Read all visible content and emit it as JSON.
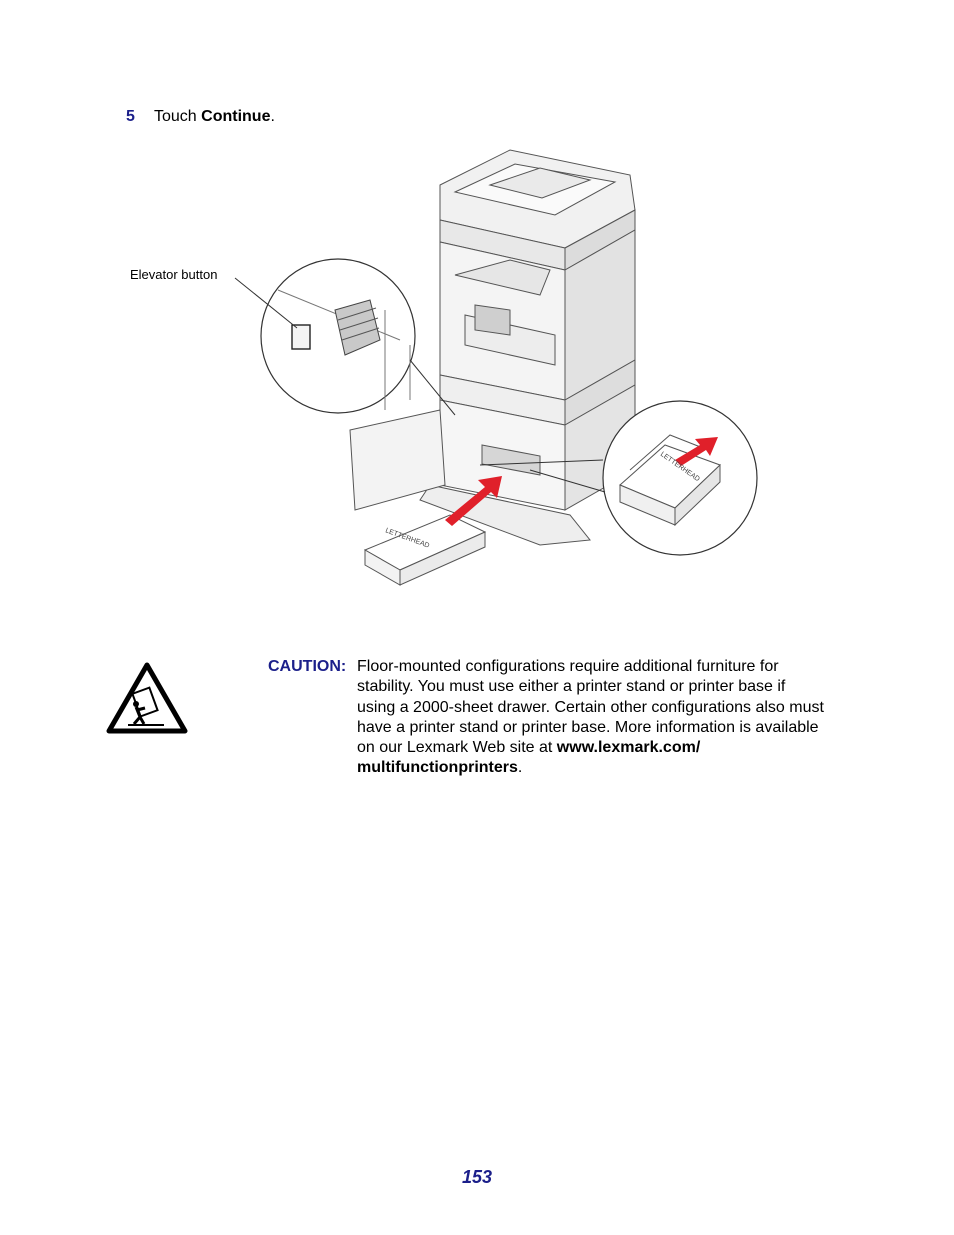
{
  "step": {
    "number": "5",
    "prefix": "Touch ",
    "action": "Continue",
    "suffix": "."
  },
  "figure": {
    "callout_label": "Elevator button",
    "paper_label": "LETTERHEAD",
    "icon": "printer-with-paper-tray-illustration"
  },
  "caution": {
    "label": "CAUTION:",
    "text": "Floor-mounted configurations require additional furniture for stability. You must use either a printer stand or printer base if using a 2000-sheet drawer. Certain other configurations also must have a printer stand or printer base. More information is available on our Lexmark Web site at ",
    "link_line1": "www.lexmark.com/",
    "link_line2": "multifunctionprinters",
    "end": ".",
    "icon": "tip-over-warning-icon"
  },
  "page_number": "153",
  "colors": {
    "heading_blue": "#1b1f8a",
    "arrow_red": "#e0202a"
  }
}
